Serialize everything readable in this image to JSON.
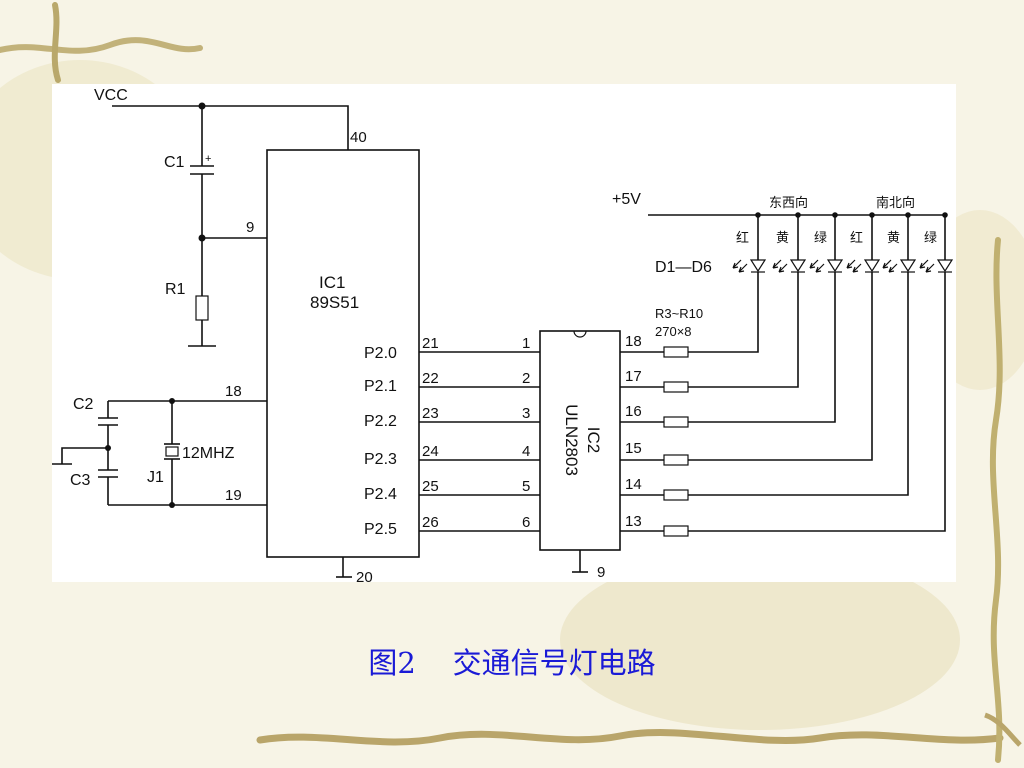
{
  "circuit": {
    "vcc": "VCC",
    "c1": "C1",
    "r1": "R1",
    "c2": "C2",
    "c3": "C3",
    "j1": "J1",
    "crystal": "12MHZ",
    "ic1_name": "IC1",
    "ic1_part": "89S51",
    "pin40": "40",
    "pin9": "9",
    "pin18": "18",
    "pin19": "19",
    "pin20": "20",
    "port_labels": [
      "P2.0",
      "P2.1",
      "P2.2",
      "P2.3",
      "P2.4",
      "P2.5"
    ],
    "port_pins": [
      "21",
      "22",
      "23",
      "24",
      "25",
      "26"
    ],
    "ic2_name": "IC2",
    "ic2_part": "ULN2803",
    "ic2_in_pins": [
      "1",
      "2",
      "3",
      "4",
      "5",
      "6"
    ],
    "ic2_out_pins": [
      "18",
      "17",
      "16",
      "15",
      "14",
      "13"
    ],
    "ic2_gnd_pin": "9",
    "supply": "+5V",
    "dir_ew": "东西向",
    "dir_ns": "南北向",
    "colors": [
      "红",
      "黄",
      "绿",
      "红",
      "黄",
      "绿"
    ],
    "leds": "D1—D6",
    "resistors": "R3~R10",
    "resistor_value": "270×8"
  },
  "caption": "图2    交通信号灯电路"
}
